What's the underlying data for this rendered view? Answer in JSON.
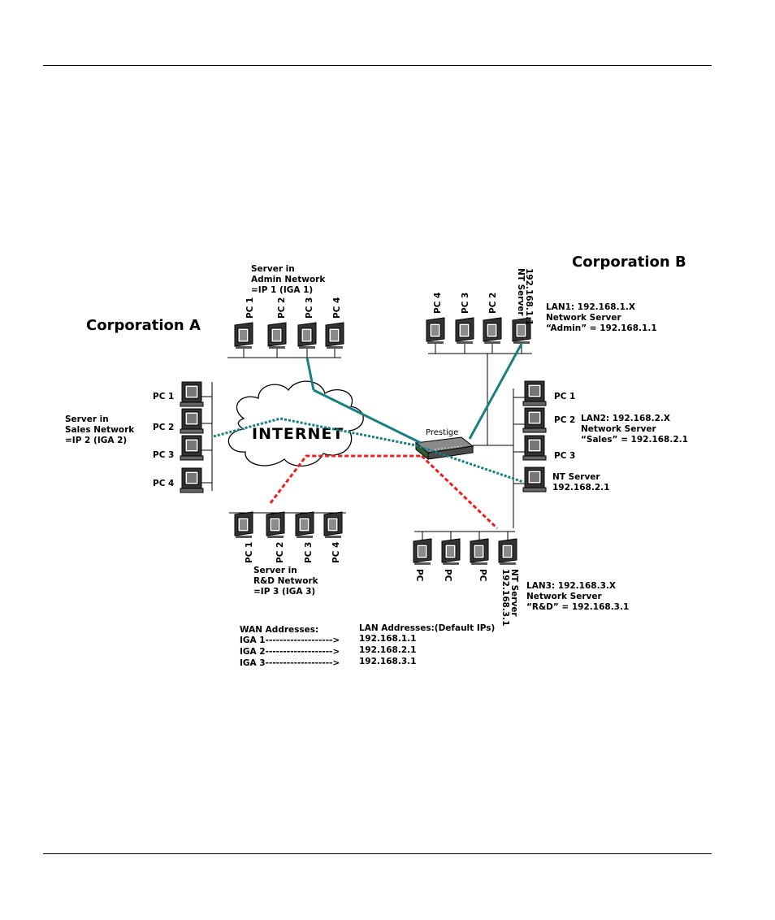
{
  "colors": {
    "teal": "#1a7f7f",
    "red": "#e8201c",
    "line": "#000000",
    "monitor": "#3c3c3c"
  },
  "corpA": {
    "title": "Corporation A"
  },
  "corpB": {
    "title": "Corporation B"
  },
  "internet": "INTERNET",
  "router": {
    "label": "Prestige"
  },
  "admin": {
    "caption": [
      "Server in",
      "Admin Network",
      "=IP 1 (IGA 1)"
    ],
    "pcs": [
      "PC 1",
      "PC 2",
      "PC 3",
      "PC 4"
    ]
  },
  "sales": {
    "caption": [
      "Server in",
      "Sales Network",
      "=IP 2 (IGA 2)"
    ],
    "pcs": [
      "PC 1",
      "PC 2",
      "PC 3",
      "PC 4"
    ]
  },
  "rnd": {
    "caption": [
      "Server in",
      "R&D Network",
      "=IP 3 (IGA 3)"
    ],
    "pcs": [
      "PC 1",
      "PC 2",
      "PC 3",
      "PC 4"
    ]
  },
  "lan1": {
    "pcs": [
      "PC 4",
      "PC 3",
      "PC 2"
    ],
    "server": [
      "NT Server",
      "192.168.1.1"
    ],
    "info": [
      "LAN1: 192.168.1.X",
      "Network Server",
      "“Admin” = 192.168.1.1"
    ]
  },
  "lan2": {
    "pcs": [
      "PC 1",
      "PC 2",
      "PC 3"
    ],
    "server": [
      "NT Server",
      "192.168.2.1"
    ],
    "info": [
      "LAN2: 192.168.2.X",
      "Network Server",
      "“Sales” = 192.168.2.1"
    ]
  },
  "lan3": {
    "pcs": [
      "PC",
      "PC",
      "PC"
    ],
    "server": [
      "NT Server",
      "192.168.3.1"
    ],
    "info": [
      "LAN3: 192.168.3.X",
      "Network Server",
      "“R&D” = 192.168.3.1"
    ]
  },
  "table": {
    "wan_header": "WAN Addresses:",
    "lan_header": "LAN Addresses:(Default IPs)",
    "rows": [
      {
        "wan": "IGA 1------------------->",
        "lan": "192.168.1.1"
      },
      {
        "wan": "IGA 2------------------->",
        "lan": "192.168.2.1"
      },
      {
        "wan": "IGA 3------------------->",
        "lan": "192.168.3.1"
      }
    ]
  }
}
